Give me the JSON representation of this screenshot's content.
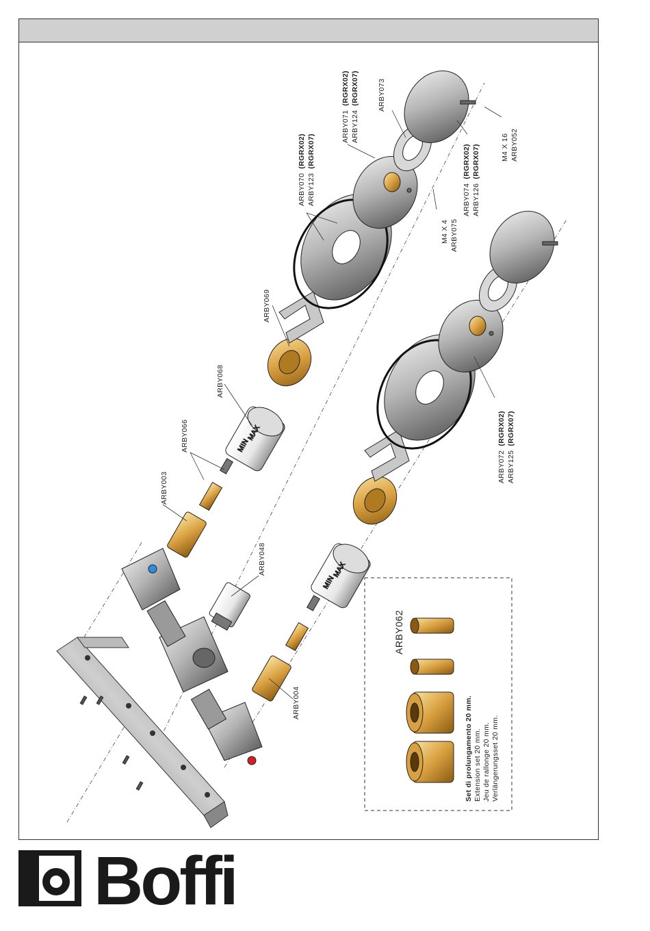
{
  "brand": {
    "name": "Boffi"
  },
  "callouts": {
    "arby003": "ARBY003",
    "arby004": "ARBY004",
    "arby048": "ARBY048",
    "arby066": "ARBY066",
    "arby068": "ARBY068",
    "arby069": "ARBY069",
    "arby070_a": "ARBY070",
    "arby070_b": "(RGRX02)",
    "arby123_a": "ARBY123",
    "arby123_b": "(RGRX07)",
    "arby071_a": "ARBY071",
    "arby071_b": "(RGRX02)",
    "arby124_a": "ARBY124",
    "arby124_b": "(RGRX07)",
    "arby073": "ARBY073",
    "arby074_a": "ARBY074",
    "arby074_b": "(RGRX02)",
    "arby126_a": "ARBY126",
    "arby126_b": "(RGRX07)",
    "m4x16": "M4 X 16",
    "arby052": "ARBY052",
    "m4x4": "M4 X 4",
    "arby075": "ARBY075",
    "arby072_a": "ARBY072",
    "arby072_b": "(RGRX02)",
    "arby125_a": "ARBY125",
    "arby125_b": "(RGRX07)"
  },
  "knob_marks": {
    "max": "MAX",
    "min": "MIN"
  },
  "extension_set": {
    "code": "ARBY062",
    "title_it": "Set di prolungamento 20 mm.",
    "title_en": "Extension set 20 mm.",
    "title_fr": "Jeu de rallonge 20 mm.",
    "title_de": "Verlängerungsset 20 mm."
  }
}
